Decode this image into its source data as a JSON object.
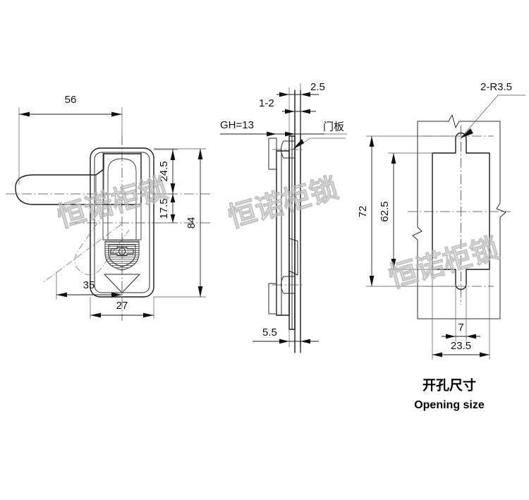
{
  "drawing": {
    "title_cn": "开孔尺寸",
    "title_en": "Opening size",
    "watermark": "恒诺柜锁",
    "line_color": "#1a1a1a",
    "background": "#ffffff"
  },
  "views": {
    "front": {
      "name": "front-view",
      "dimensions": {
        "handle_length": "56",
        "body_height": "84",
        "upper_section": "24.5",
        "lower_section": "17.5",
        "handle_offset": "35",
        "body_width": "27"
      }
    },
    "side": {
      "name": "side-view",
      "dimensions": {
        "gh": "GH=13",
        "panel_thickness": "1-2",
        "bezel_thickness": "2.5",
        "back_depth": "5.5"
      },
      "notes": {
        "door_panel_cn": "门板"
      }
    },
    "opening": {
      "name": "opening-view",
      "dimensions": {
        "overall_height": "72",
        "body_height": "62.5",
        "slot_width": "7",
        "body_width": "23.5",
        "radius_callout": "2-R3.5"
      }
    }
  }
}
